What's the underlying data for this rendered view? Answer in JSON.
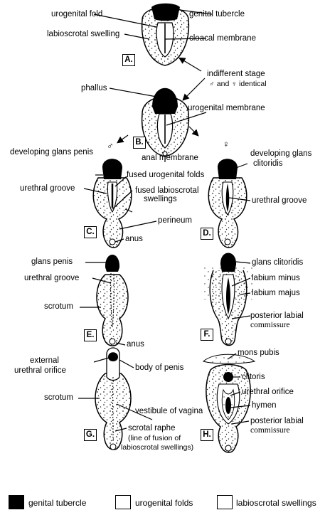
{
  "colors": {
    "ink": "#000000",
    "paper": "#ffffff",
    "stipple": "#222222"
  },
  "stage_a": {
    "letter": "A.",
    "labels": {
      "urogenital_fold": "urogenital fold",
      "genital_tubercle": "genital tubercle",
      "labioscrotal_swelling": "labioscrotal swelling",
      "cloacal_membrane": "cloacal membrane"
    }
  },
  "indifferent": {
    "title": "indifferent stage",
    "male_symbol": "♂",
    "and_word": "and",
    "female_symbol": "♀",
    "identical_word": "identical"
  },
  "stage_b": {
    "letter": "B.",
    "labels": {
      "phallus": "phallus",
      "urogenital_membrane": "urogenital membrane",
      "anal_membrane": "anal membrane"
    }
  },
  "stage_c": {
    "letter": "C.",
    "symbol": "♂",
    "labels": {
      "developing_glans_penis": "developing glans penis",
      "fused_urogenital_folds": "fused urogenital folds",
      "urethral_groove": "urethral groove",
      "fused_labioscrotal_swellings_1": "fused labioscrotal",
      "fused_labioscrotal_swellings_2": "swellings",
      "perineum": "perineum",
      "anus": "anus"
    }
  },
  "stage_d": {
    "letter": "D.",
    "symbol": "♀",
    "labels": {
      "developing_glans_1": "developing glans",
      "developing_glans_2": "clitoridis",
      "urethral_groove": "urethral groove"
    }
  },
  "stage_e": {
    "letter": "E.",
    "labels": {
      "glans_penis": "glans penis",
      "urethral_groove": "urethral groove",
      "scrotum": "scrotum",
      "anus": "anus"
    }
  },
  "stage_f": {
    "letter": "F.",
    "labels": {
      "glans_clitoridis": "glans clitoridis",
      "labium_minus": "labium minus",
      "labium_majus": "labium majus",
      "posterior_labial_1": "posterior labial",
      "posterior_labial_2": "commissure"
    }
  },
  "stage_g": {
    "letter": "G.",
    "labels": {
      "external_1": "external",
      "external_2": "urethral orifice",
      "body_of_penis": "body of penis",
      "scrotum": "scrotum",
      "vestibule": "vestibule of vagina",
      "scrotal_raphe": "scrotal raphe",
      "fusion_1": "(line of fusion of",
      "fusion_2": "labioscrotal swellings)"
    }
  },
  "stage_h": {
    "letter": "H.",
    "labels": {
      "mons_pubis": "mons pubis",
      "clitoris": "clitoris",
      "urethral_orifice": "urethral orifice",
      "hymen": "hymen",
      "posterior_labial_1": "posterior labial",
      "posterior_labial_2": "commissure"
    }
  },
  "legend": {
    "genital_tubercle": "genital tubercle",
    "urogenital_folds": "urogenital folds",
    "labioscrotal_swellings": "labioscrotal swellings"
  }
}
